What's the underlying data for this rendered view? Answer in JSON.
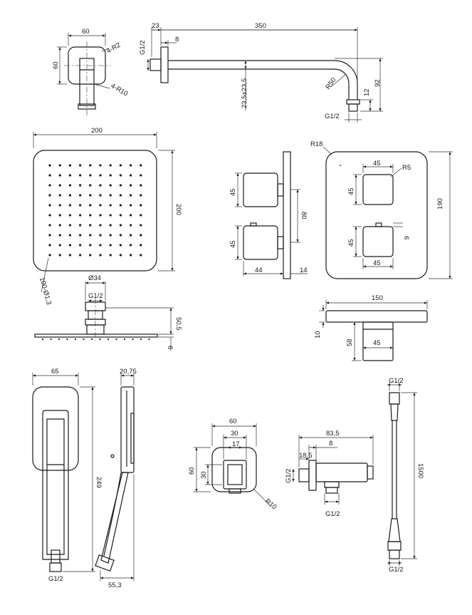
{
  "labels": {
    "arm_flange_w": "60",
    "arm_flange_h": "60",
    "arm_radius_small": "4-R2",
    "arm_radius_large": "4-R10",
    "arm_d23": "23",
    "arm_d350": "350",
    "arm_d8": "8",
    "arm_thread_top": "G1/2",
    "arm_r50": "R50",
    "arm_d12": "12",
    "arm_d92": "92",
    "arm_d23_5": "23,5±23,5",
    "arm_thread_bottom": "G1/2",
    "head_w": "200",
    "head_h": "200",
    "head_holes": "100-Ø1,3",
    "head_connector_d": "Ø34",
    "head_thread": "G1/2",
    "head_d50_5": "50,5",
    "head_d6": "6",
    "mixer_side_45a": "45",
    "mixer_side_45b": "45",
    "mixer_side_80": "80",
    "mixer_side_44": "44",
    "mixer_side_14": "14",
    "mixer_front_r18": "R18",
    "mixer_front_45top": "45",
    "mixer_front_r5": "R5",
    "mixer_front_45l1": "45",
    "mixer_front_45l2": "45",
    "mixer_front_6": "6",
    "mixer_front_45bot": "45",
    "mixer_front_190": "190",
    "mixer_top_150": "150",
    "mixer_top_10": "10",
    "mixer_top_58": "58",
    "mixer_top_45": "45",
    "hand_w": "65",
    "hand_h": "249",
    "hand_thread": "G1/2",
    "hand_side_w": "20,75",
    "hand_side_d": "55,3",
    "outlet_w60": "60",
    "outlet_w30": "30",
    "outlet_w17": "17",
    "outlet_h60": "60",
    "outlet_h30": "30",
    "outlet_r10": "R10",
    "outlet_side_83_5": "83,5",
    "outlet_side_8": "8",
    "outlet_side_18_5": "18,5",
    "outlet_side_thread_l": "G1/2",
    "outlet_side_thread_b": "G1/2",
    "hose_thread_top": "G1/2",
    "hose_len": "1500",
    "hose_thread_bottom": "G1/2"
  }
}
